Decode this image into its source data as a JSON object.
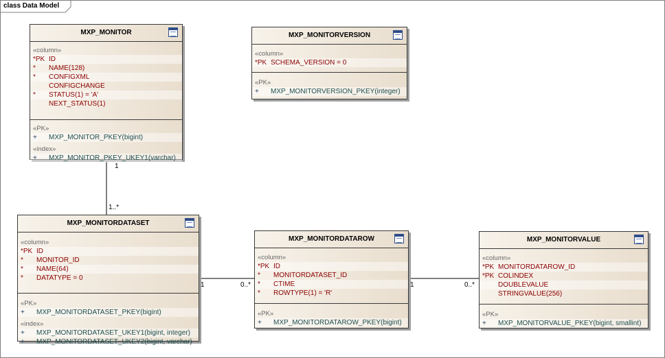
{
  "diagram": {
    "title": "class Data Model"
  },
  "classes": [
    {
      "name": "MXP_MONITOR",
      "column_stereotype": "«column»",
      "columns": [
        {
          "mark": "*PK",
          "text": "ID"
        },
        {
          "mark": "*",
          "text": "NAME(128)"
        },
        {
          "mark": "*",
          "text": "CONFIGXML"
        },
        {
          "mark": "",
          "text": "CONFIGCHANGE"
        },
        {
          "mark": "*",
          "text": "STATUS(1) = 'A'"
        },
        {
          "mark": "",
          "text": "NEXT_STATUS(1)"
        }
      ],
      "ops": [
        {
          "stereotype": "«PK»",
          "items": [
            {
              "mark": "+",
              "text": "MXP_MONITOR_PKEY(bigint)"
            }
          ]
        },
        {
          "stereotype": "«index»",
          "items": [
            {
              "mark": "+",
              "text": "MXP_MONITOR_PKEY_UKEY1(varchar)"
            }
          ]
        }
      ]
    },
    {
      "name": "MXP_MONITORVERSION",
      "column_stereotype": "«column»",
      "columns": [
        {
          "mark": "*PK",
          "text": "SCHEMA_VERSION = 0"
        }
      ],
      "ops": [
        {
          "stereotype": "«PK»",
          "items": [
            {
              "mark": "+",
              "text": "MXP_MONITORVERSION_PKEY(integer)"
            }
          ]
        }
      ]
    },
    {
      "name": "MXP_MONITORDATASET",
      "column_stereotype": "«column»",
      "columns": [
        {
          "mark": "*PK",
          "text": "ID"
        },
        {
          "mark": "*",
          "text": "MONITOR_ID"
        },
        {
          "mark": "*",
          "text": "NAME(64)"
        },
        {
          "mark": "*",
          "text": "DATATYPE = 0"
        }
      ],
      "ops": [
        {
          "stereotype": "«PK»",
          "items": [
            {
              "mark": "+",
              "text": "MXP_MONITORDATASET_PKEY(bigint)"
            }
          ]
        },
        {
          "stereotype": "«index»",
          "items": [
            {
              "mark": "+",
              "text": "MXP_MONITORDATASET_UKEY1(bigint, integer)"
            },
            {
              "mark": "+",
              "text": "MXP_MONITORDATASET_UKEY2(bigint, varchar)"
            }
          ]
        }
      ]
    },
    {
      "name": "MXP_MONITORDATAROW",
      "column_stereotype": "«column»",
      "columns": [
        {
          "mark": "*PK",
          "text": "ID"
        },
        {
          "mark": "*",
          "text": "MONITORDATASET_ID"
        },
        {
          "mark": "*",
          "text": "CTIME"
        },
        {
          "mark": "*",
          "text": "ROWTYPE(1) = 'R'"
        }
      ],
      "ops": [
        {
          "stereotype": "«PK»",
          "items": [
            {
              "mark": "+",
              "text": "MXP_MONITORDATAROW_PKEY(bigint)"
            }
          ]
        }
      ]
    },
    {
      "name": "MXP_MONITORVALUE",
      "column_stereotype": "«column»",
      "columns": [
        {
          "mark": "*PK",
          "text": "MONITORDATAROW_ID"
        },
        {
          "mark": "*PK",
          "text": "COLINDEX"
        },
        {
          "mark": "",
          "text": "DOUBLEVALUE"
        },
        {
          "mark": "",
          "text": "STRINGVALUE(256)"
        }
      ],
      "ops": [
        {
          "stereotype": "«PK»",
          "items": [
            {
              "mark": "+",
              "text": "MXP_MONITORVALUE_PKEY(bigint, smallint)"
            }
          ]
        }
      ]
    }
  ],
  "connectors": [
    {
      "from": "MXP_MONITOR",
      "to": "MXP_MONITORDATASET",
      "source_mult": "1",
      "target_mult": "1..*"
    },
    {
      "from": "MXP_MONITORDATASET",
      "to": "MXP_MONITORDATAROW",
      "source_mult": "1",
      "target_mult": "0..*"
    },
    {
      "from": "MXP_MONITORDATAROW",
      "to": "MXP_MONITORVALUE",
      "source_mult": "1",
      "target_mult": "0..*"
    }
  ]
}
